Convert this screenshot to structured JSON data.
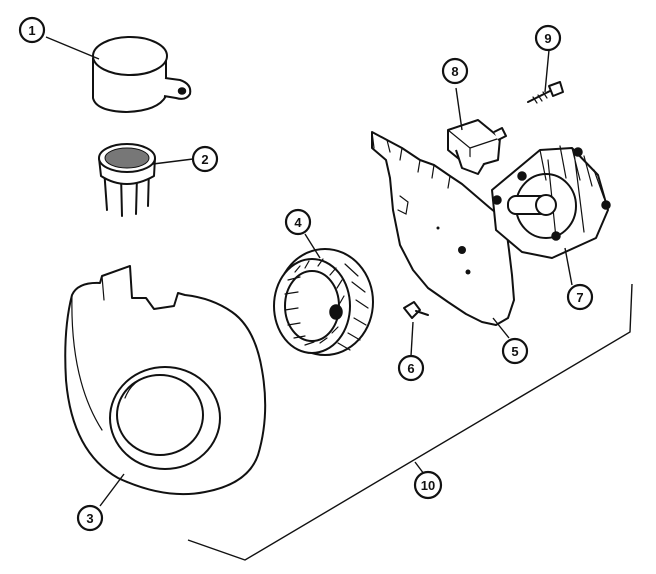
{
  "diagram": {
    "callouts": [
      "1",
      "2",
      "3",
      "4",
      "5",
      "6",
      "7",
      "8",
      "9",
      "10"
    ]
  }
}
